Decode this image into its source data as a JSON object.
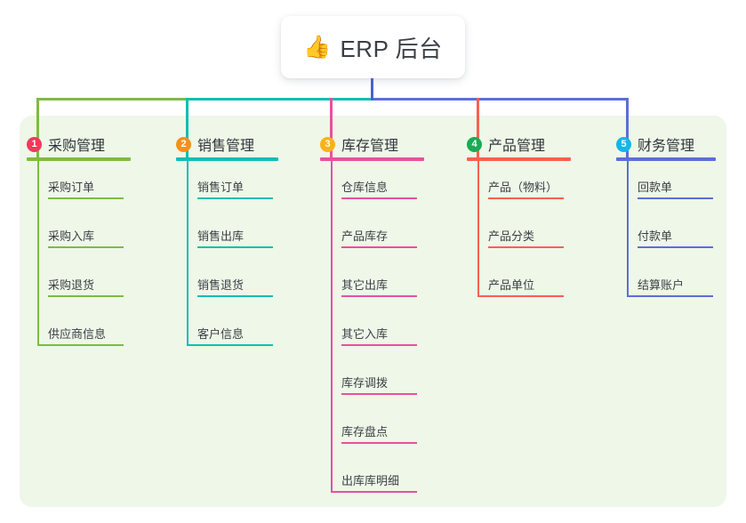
{
  "title": {
    "icon": "thumbs-up-icon",
    "emoji": "👍",
    "text": "ERP 后台"
  },
  "colors": {
    "panel_bg": "#eef7e8",
    "card_bg": "#ffffff",
    "title_text": "#3b3f45",
    "stem": "#4a63c8",
    "bar_right": "#5a6fd6"
  },
  "columns": [
    {
      "index": "1",
      "label": "采购管理",
      "badge_color": "#f0395b",
      "line_color": "#7fbb42",
      "items": [
        "采购订单",
        "采购入库",
        "采购退货",
        "供应商信息"
      ]
    },
    {
      "index": "2",
      "label": "销售管理",
      "badge_color": "#f5901f",
      "line_color": "#13bdb4",
      "items": [
        "销售订单",
        "销售出库",
        "销售退货",
        "客户信息"
      ]
    },
    {
      "index": "3",
      "label": "库存管理",
      "badge_color": "#fbb218",
      "line_color": "#e8509f",
      "items": [
        "仓库信息",
        "产品库存",
        "其它出库",
        "其它入库",
        "库存调拨",
        "库存盘点",
        "出库库明细"
      ]
    },
    {
      "index": "4",
      "label": "产品管理",
      "badge_color": "#17ac53",
      "line_color": "#f9604f",
      "items": [
        "产品（物料）",
        "产品分类",
        "产品单位"
      ]
    },
    {
      "index": "5",
      "label": "财务管理",
      "badge_color": "#15b5e8",
      "line_color": "#5a6fd6",
      "items": [
        "回款单",
        "付款单",
        "结算账户"
      ]
    }
  ]
}
